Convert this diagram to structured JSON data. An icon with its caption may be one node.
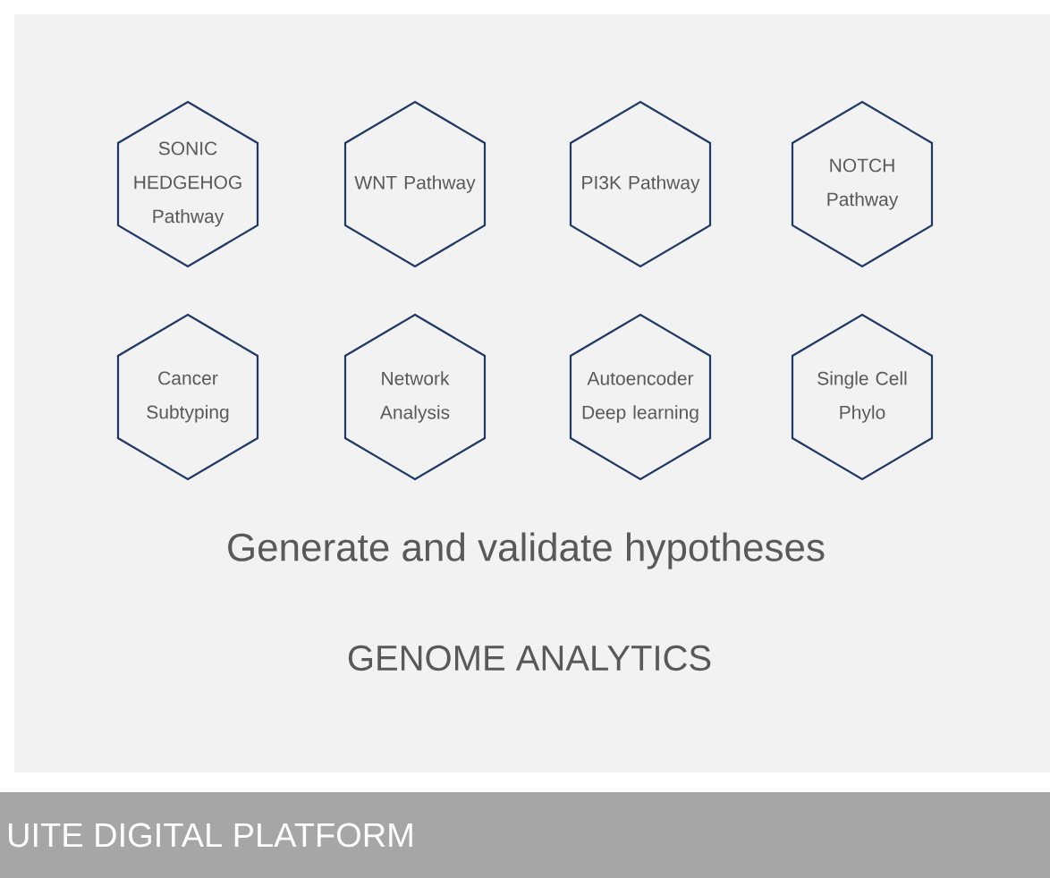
{
  "diagram": {
    "nodes": [
      {
        "text": [
          "SONIC HEDGEHOG Pathway"
        ]
      },
      {
        "text": [
          "WNT Pathway"
        ]
      },
      {
        "text": [
          "PI3K Pathway"
        ]
      },
      {
        "text": [
          "NOTCH Pathway"
        ]
      },
      {
        "text": [
          "Cancer Subtyping"
        ]
      },
      {
        "text": [
          "Network Analysis"
        ]
      },
      {
        "text": [
          "Autoencoder Deep learning"
        ]
      },
      {
        "text": [
          "Single Cell Phylo"
        ]
      }
    ],
    "labels": [
      "Generate and validate hypotheses",
      "GENOME ANALYTICS",
      "UITE DIGITAL PLATFORM"
    ]
  }
}
